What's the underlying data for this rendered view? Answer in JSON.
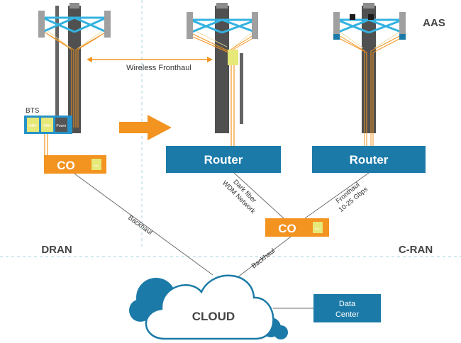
{
  "colors": {
    "orange": "#F39320",
    "blue": "#1B7AA8",
    "cyan": "#33B2E0",
    "gray_pole": "#505050",
    "gray_antenna": "#A0A0A0",
    "yellow": "#E6E878",
    "line": "#6E6E6E"
  },
  "labels": {
    "aas": "AAS",
    "bts": "BTS",
    "wireless_fronthaul": "Wireless Fronthaul",
    "co_left": "CO",
    "co_center": "CO",
    "router_1": "Router",
    "router_2": "Router",
    "dark_fiber_line1": "Dark fiber",
    "dark_fiber_line2": "WDM Network",
    "fronthaul_line1": "Fronthaul",
    "fronthaul_line2": "10-25 Gbps",
    "backhaul_left": "Backhaul",
    "backhaul_right": "Backhaul",
    "dran": "DRAN",
    "cran": "C-RAN",
    "cloud": "CLOUD",
    "data_center_line1": "Data",
    "data_center_line2": "Center",
    "bts_card_1": "BBU",
    "bts_card_2": "BBU",
    "bts_card_3": "Power",
    "co_card": "BBU"
  },
  "icons": {
    "migration_arrow": "right-arrow-icon",
    "cloud": "cloud-icon",
    "cell_tower": "cell-tower-icon"
  }
}
